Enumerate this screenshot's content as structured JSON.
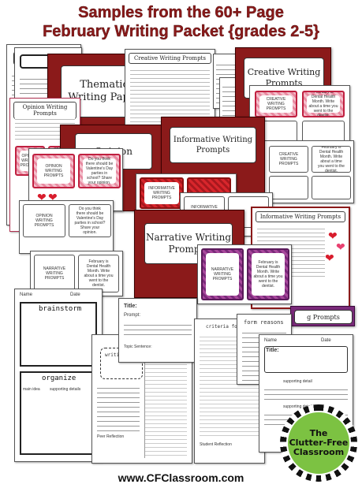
{
  "title": {
    "line1": "Samples from the 60+ Page",
    "line2": "February Writing Packet {grades 2-5}"
  },
  "covers": {
    "thematic": "Thematic Writing Paper",
    "creative": "Creative Writing Prompts",
    "opinion": "Opinion",
    "informative": "Informative Writing Prompts",
    "narrative": "Narrative Writing Prompts",
    "informative_sheet": "Informative Writing Prompts",
    "creative_sheet": "Creative Writing Prompts",
    "opinion_sheet": "Opinion Writing Prompts"
  },
  "cards": {
    "creative_writing_prompts": "CREATIVE WRITING PROMPTS",
    "opinion_writing_prompts": "OPINION WRITING PROMPTS",
    "informative_writing_prompts": "INFORMATIVE WRITING PROMPTS",
    "narrative_writing_prompts": "NARRATIVE WRITING PROMPTS",
    "valentine_card": "Do you think there should be Valentine's Day parties in school? Share your opinion.",
    "february_card": "February is Dental Health Month. Write about a time you went to the dentist."
  },
  "organizer": {
    "name": "Name",
    "date": "Date",
    "brainstorm": "brainstorm",
    "organize": "organize",
    "main_idea": "main idea",
    "supporting_details": "supporting details",
    "title": "Title:",
    "prompt": "Prompt:",
    "topic_sentence": "Topic Sentence:",
    "form_reasons": "form reasons",
    "writing_prompt": "writing prompt:",
    "criteria": "criteria for success",
    "supporting_detail": "supporting detail",
    "peer_reflection": "Peer Reflection",
    "student_reflection": "Student Reflection",
    "ing_prompts": "g Prompts"
  },
  "logo": {
    "line1": "The",
    "line2": "Clutter-Free",
    "line3": "Classroom"
  },
  "url": "www.CFClassroom.com",
  "colors": {
    "title": "#8b1a1a",
    "cover_red": "#8b1a1a",
    "logo_green": "#7cc242"
  }
}
